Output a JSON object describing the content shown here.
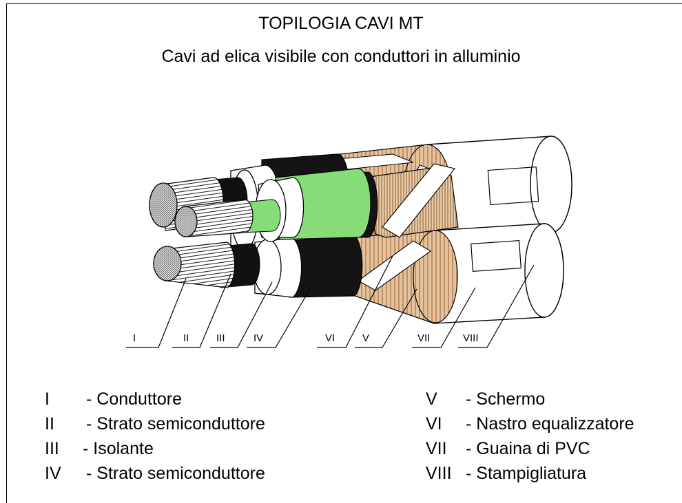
{
  "title": "TOPILOGIA CAVI  MT",
  "subtitle": "Cavi ad elica visibile con conduttori in alluminio",
  "callouts": [
    "I",
    "II",
    "III",
    "IV",
    "VI",
    "V",
    "VII",
    "VIII"
  ],
  "legend_left": [
    {
      "num": "I",
      "sep": "- ",
      "text": "Conduttore"
    },
    {
      "num": "II",
      "sep": "- ",
      "text": "Strato semiconduttore"
    },
    {
      "num": "III",
      "sep": "- ",
      "text": "Isolante"
    },
    {
      "num": "IV",
      "sep": "- ",
      "text": "Strato semiconduttore"
    }
  ],
  "legend_right": [
    {
      "num": "V",
      "sep": "- ",
      "text": "Schermo"
    },
    {
      "num": "VI",
      "sep": "- ",
      "text": "Nastro equalizzatore"
    },
    {
      "num": "VII",
      "sep": "- ",
      "text": "Guaina di PVC"
    },
    {
      "num": "VIII",
      "sep": "- ",
      "text": "Stampigliatura"
    }
  ],
  "colors": {
    "line": "#000000",
    "green_semiconductor": "#86dd78",
    "copper_screen": "#d9b48a",
    "copper_hatch": "#9b6b45",
    "black_layer": "#111111",
    "white_insulation": "#ffffff"
  }
}
